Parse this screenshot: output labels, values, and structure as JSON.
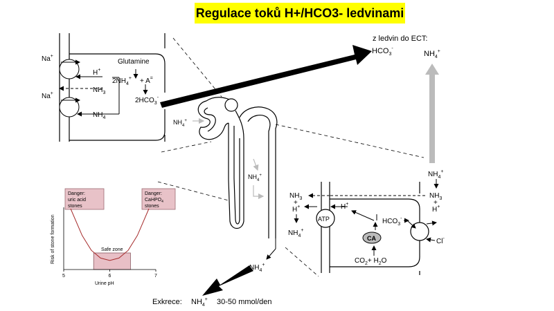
{
  "title": "Regulace toků H+/HCO3- ledvinami",
  "ect": {
    "heading": "z ledvin do ECT:",
    "hco3": "HCO",
    "hco3_sub": "3",
    "hco3_sup": "-",
    "nh4": "NH",
    "nh4_sub": "4",
    "nh4_sup": "+"
  },
  "proximal": {
    "na_top": "Na",
    "na_top_sup": "+",
    "na_bottom": "Na",
    "na_bottom_sup": "+",
    "glutamine": "Glutamine",
    "h_plus": "H",
    "h_plus_sup": "+",
    "nh3": "NH",
    "nh3_sub": "3",
    "nh4_left": "NH",
    "nh4_left_sub": "4",
    "two_nh4": "2NH",
    "two_nh4_sub": "4",
    "two_nh4_sup": "+",
    "plus_a": "+ A",
    "plus_a_sup": "=",
    "two_hco3": "2HCO",
    "two_hco3_sub": "3",
    "two_hco3_sup": "-"
  },
  "loop": {
    "nh4_a": "NH",
    "nh4_a_sub": "4",
    "nh4_a_sup": "+",
    "nh4_b": "NH",
    "nh4_b_sub": "4",
    "nh4_b_sup": "+",
    "nh4_c": "NH",
    "nh4_c_sub": "4",
    "nh4_c_sup": "+"
  },
  "collecting": {
    "nh4_top": "NH",
    "nh4_top_sub": "4",
    "nh4_top_sup": "+",
    "nh3_left": "NH",
    "nh3_left_sub": "3",
    "plus_left": "+",
    "h_left": "H",
    "h_left_sup": "+",
    "nh4_left": "NH",
    "nh4_left_sub": "4",
    "nh4_left_sup": "+",
    "nh3_right": "NH",
    "nh3_right_sub": "3",
    "plus_right": "+",
    "h_right": "H",
    "h_right_sup": "+",
    "h_inner": "H",
    "h_inner_sup": "+",
    "atp": "ATP",
    "hco3_inner": "HCO",
    "hco3_inner_sub": "3",
    "hco3_inner_sup": "-",
    "ca": "CA",
    "co2": "CO",
    "co2_sub": "2",
    "plus_h2o": "+ H",
    "h2o_sub": "2",
    "h2o_o": "O",
    "cl": "Cl",
    "cl_sup": "-"
  },
  "excretion": {
    "label": "Exkrece:",
    "nh4": "NH",
    "nh4_sub": "4",
    "nh4_sup": "+",
    "amount": "30-50 mmol/den"
  },
  "chart_data": {
    "type": "line",
    "title": "",
    "xlabel": "Urine pH",
    "ylabel": "Risk of stone formation",
    "xlim": [
      5,
      7
    ],
    "xticks": [
      "5",
      "6",
      "7"
    ],
    "series": [
      {
        "x": [
          5.15,
          5.4,
          5.6,
          5.8,
          6.0,
          6.2,
          6.4,
          6.6,
          6.85
        ],
        "values": [
          1.0,
          0.55,
          0.3,
          0.17,
          0.13,
          0.17,
          0.3,
          0.55,
          1.0
        ]
      }
    ],
    "safe_zone": {
      "label": "Safe zone",
      "x_range": [
        5.65,
        6.45
      ]
    },
    "danger_left": {
      "line1": "Danger:",
      "line2": "uric acid",
      "line3": "stones"
    },
    "danger_right": {
      "line1": "Danger:",
      "line2": "CaHPO",
      "line2_sub": "4",
      "line3": "stones"
    },
    "colors": {
      "curve": "#a52a2a",
      "zone": "#e8bfc6",
      "box": "#e8c2c8"
    }
  }
}
